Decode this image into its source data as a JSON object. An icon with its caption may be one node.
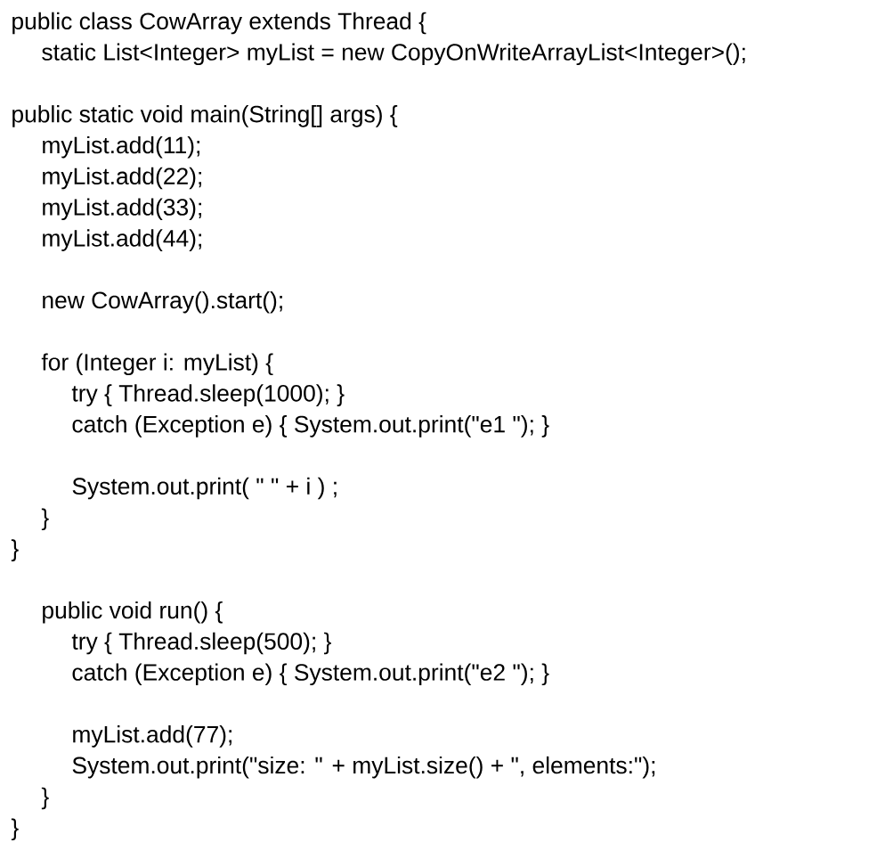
{
  "diagram": {
    "labels": [
      "public class CowArray extends Thread {",
      "static List<Integer> myList = new CopyOnWriteArrayList<Integer>();",
      "public static void main(String[] args) {",
      "myList.add(11);",
      "myList.add(22);",
      "myList.add(33);",
      "myList.add(44);",
      "new CowArray().start();",
      "for (Integer i: myList) {",
      "try { Thread.sleep(1000); }",
      "catch (Exception e) { System.out.print(\"e1 \"); }",
      "System.out.print( \" \" + i ) ;",
      "}",
      "}",
      "public void run() {",
      "try { Thread.sleep(500); }",
      "catch (Exception e) { System.out.print(\"e2 \"); }",
      "myList.add(77);",
      "System.out.print(\"size: \" + myList.size() + \", elements:\");",
      "}",
      "}"
    ]
  }
}
